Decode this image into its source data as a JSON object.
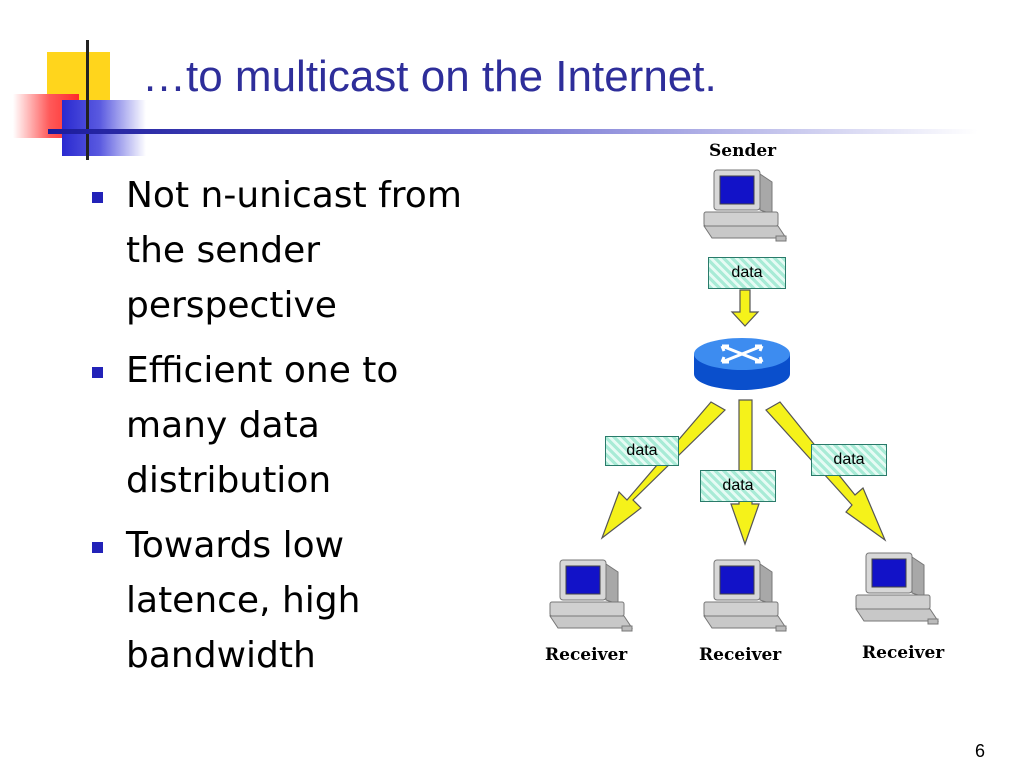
{
  "slide": {
    "title": "…to multicast on the Internet.",
    "page_number": "6"
  },
  "bullets": [
    {
      "text": "Not n-unicast from\nthe sender\nperspective"
    },
    {
      "text": "Efficient one to\nmany data\ndistribution"
    },
    {
      "text": "Towards low\nlatence, high\nbandwidth"
    }
  ],
  "diagram": {
    "sender_label": "Sender",
    "receiver_labels": [
      "Receiver",
      "Receiver",
      "Receiver"
    ],
    "packet_label": "data"
  },
  "colors": {
    "title": "#2e2e9a",
    "bullet": "#2222b8",
    "arrow": "#f5f21a",
    "router": "#1e6fe0"
  }
}
